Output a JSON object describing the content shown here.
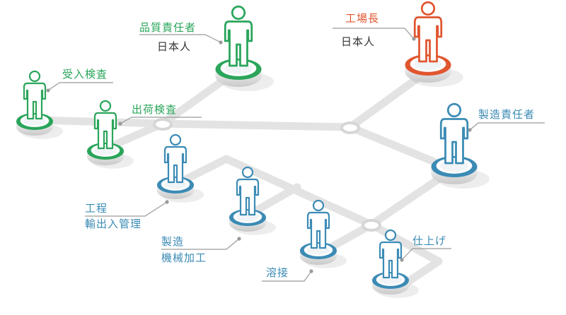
{
  "colors": {
    "green": "#2aa55a",
    "red": "#e0562f",
    "blue": "#3b8bb5",
    "road": "#e3e3e3",
    "line": "#9a9a9a"
  },
  "roles": {
    "quality_manager": {
      "title": "品質責任者",
      "subtitle": "日本人",
      "color": "green"
    },
    "plant_manager": {
      "title": "工場長",
      "subtitle": "日本人",
      "color": "red"
    },
    "receiving_inspection": {
      "title": "受入検査",
      "color": "green"
    },
    "shipping_inspection": {
      "title": "出荷検査",
      "color": "green"
    },
    "production_manager": {
      "title": "製造責任者",
      "color": "blue"
    },
    "process": {
      "title": "工程",
      "subtitle": "輸出入管理",
      "color": "blue"
    },
    "manufacturing": {
      "title": "製造",
      "subtitle": "機械加工",
      "color": "blue"
    },
    "welding": {
      "title": "溶接",
      "color": "blue"
    },
    "finishing": {
      "title": "仕上げ",
      "color": "blue"
    }
  }
}
